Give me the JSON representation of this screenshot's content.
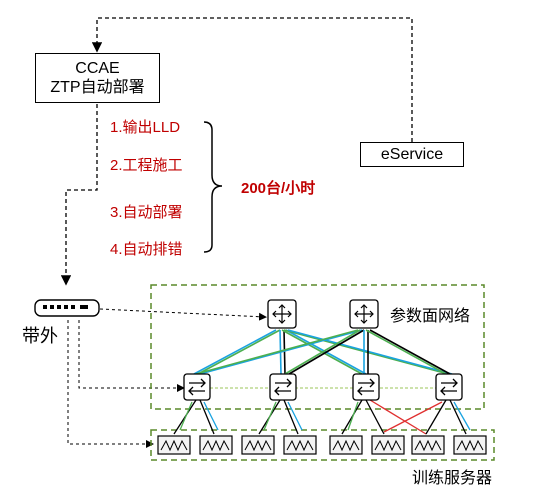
{
  "ccae": {
    "line1": "CCAE",
    "line2": "ZTP自动部署"
  },
  "eservice": {
    "label": "eService"
  },
  "steps": [
    "1.输出LLD",
    "2.工程施工",
    "3.自动部署",
    "4.自动排错"
  ],
  "throughput": "200台/小时",
  "oob": {
    "label": "带外"
  },
  "param_network": {
    "label": "参数面网络"
  },
  "training_servers": {
    "label": "训练服务器"
  },
  "colors": {
    "accent_red": "#c00000",
    "group_border": "#5a8a2a",
    "link_green": "#4caf50",
    "link_blue": "#1aa3e0",
    "link_red": "#e03030"
  },
  "icons": {
    "spine": "router-icon",
    "leaf": "switch-icon",
    "server": "server-icon",
    "oob_switch": "patch-panel-icon"
  }
}
